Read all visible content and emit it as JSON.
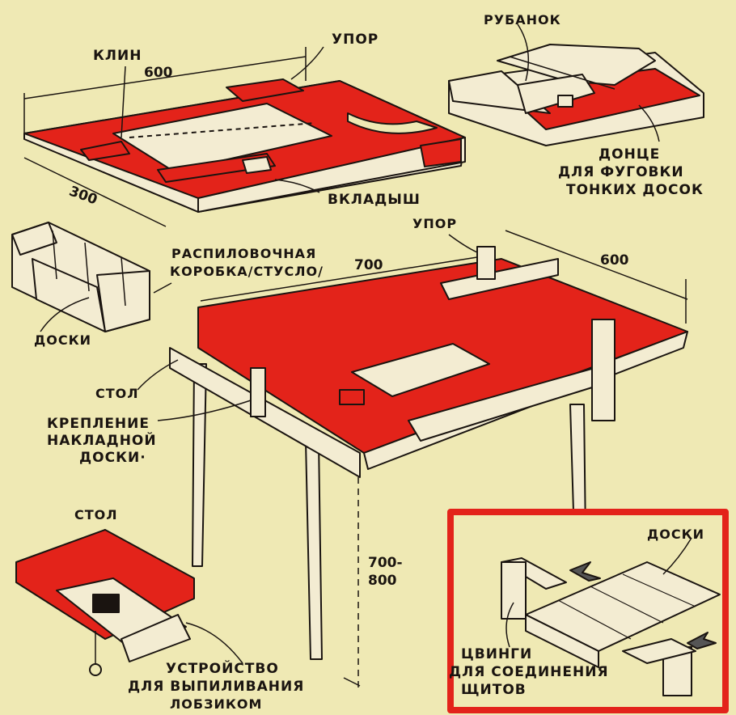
{
  "colors": {
    "background": "#efe9b4",
    "red": "#e3231a",
    "wood": "#f3ecd2",
    "ink": "#1a1410"
  },
  "labels": {
    "klin": "КЛИН",
    "upor_top": "УПОР",
    "vkladysh": "ВКЛАДЫШ",
    "rubanok": "РУБАНОК",
    "dontse": "ДОНЦЕ",
    "dlya_fugovki": "ДЛЯ ФУГОВКИ",
    "tonkih_dosok": "ТОНКИХ ДОСОК",
    "raspilovochnaya": "РАСПИЛОВОЧНАЯ",
    "korobka": "КОРОБКА/СТУСЛО/",
    "doski_left": "ДОСКИ",
    "upor_mid": "УПОР",
    "stol_mid": "СТОЛ",
    "kreplenie": "КРЕПЛЕНИЕ",
    "nakladnoy": "НАКЛАДНОЙ",
    "doski_dot": "ДОСКИ·",
    "stol_bottom": "СТОЛ",
    "ustroystvo": "УСТРОЙСТВО",
    "dlya_vypilivaniya": "ДЛЯ ВЫПИЛИВАНИЯ",
    "lobzikom": "ЛОБЗИКОМ",
    "doski_right": "ДОСКИ",
    "tsvingi": "ЦВИНГИ",
    "dlya_soedineniya": "ДЛЯ СОЕДИНЕНИЯ",
    "schitov": "ЩИТОВ"
  },
  "dimensions": {
    "top_width": "600",
    "top_depth": "300",
    "table_width": "700",
    "table_depth": "600",
    "table_height_1": "700-",
    "table_height_2": "800"
  }
}
